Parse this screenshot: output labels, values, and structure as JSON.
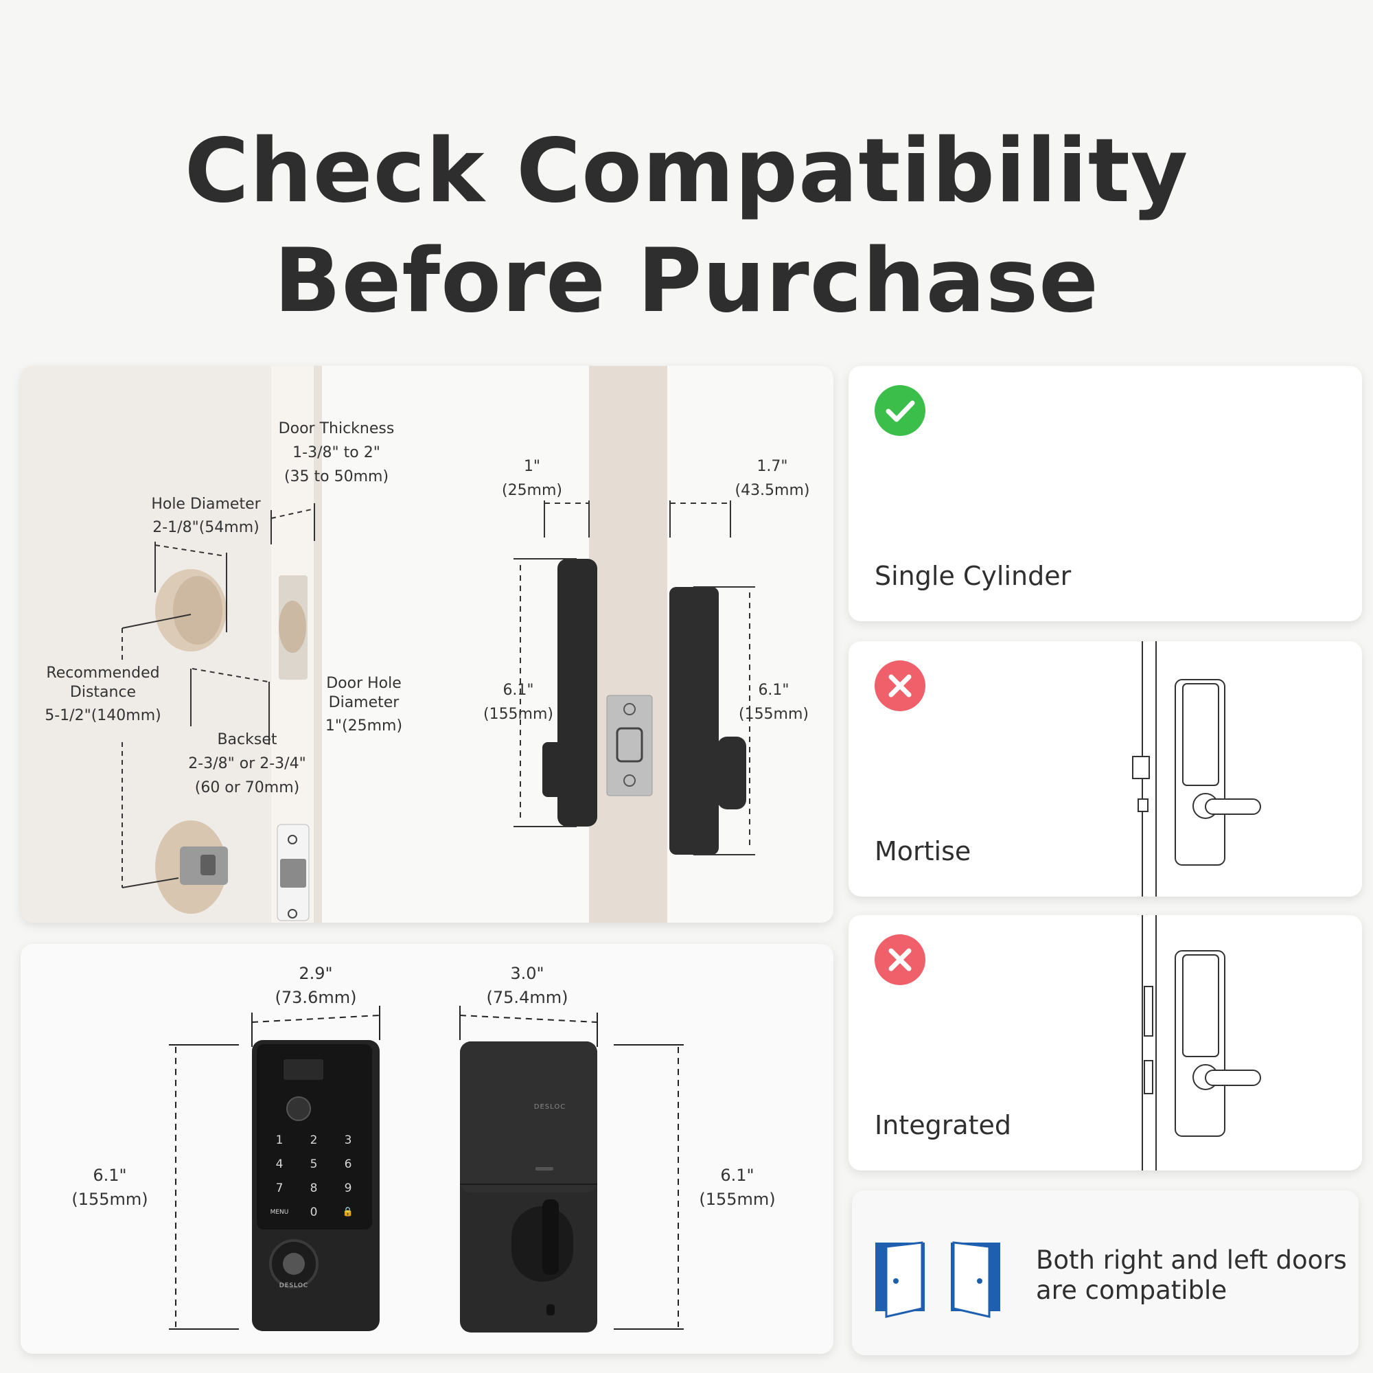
{
  "title": {
    "line1": "Check Compatibility",
    "line2": "Before Purchase"
  },
  "install_diagram": {
    "door_thickness": {
      "label": "Door Thickness",
      "value": "1-3/8\" to 2\"",
      "metric": "(35 to 50mm)"
    },
    "hole_diameter": {
      "label": "Hole Diameter",
      "value": "2-1/8\"(54mm)"
    },
    "recommended_distance": {
      "line1": "Recommended",
      "line2": "Distance",
      "value": "5-1/2\"(140mm)"
    },
    "door_hole_diameter": {
      "line1": "Door Hole",
      "line2": "Diameter",
      "value": "1\"(25mm)"
    },
    "backset": {
      "label": "Backset",
      "value": "2-3/8\" or 2-3/4\"",
      "metric": "(60 or 70mm)"
    },
    "side_left_depth": {
      "value": "1\"",
      "metric": "(25mm)"
    },
    "side_right_depth": {
      "value": "1.7\"",
      "metric": "(43.5mm)"
    },
    "side_left_height": {
      "value": "6.1\"",
      "metric": "(155mm)"
    },
    "side_right_height": {
      "value": "6.1\"",
      "metric": "(155mm)"
    }
  },
  "dimensions": {
    "front_width": {
      "value": "2.9\"",
      "metric": "(73.6mm)"
    },
    "back_width": {
      "value": "3.0\"",
      "metric": "(75.4mm)"
    },
    "front_height": {
      "value": "6.1\"",
      "metric": "(155mm)"
    },
    "back_height": {
      "value": "6.1\"",
      "metric": "(155mm)"
    },
    "brand": "DESLOC",
    "keypad": {
      "keys": [
        "1",
        "2",
        "3",
        "4",
        "5",
        "6",
        "7",
        "8",
        "9",
        "MENU",
        "0",
        "🔒"
      ]
    }
  },
  "compatibility": [
    {
      "label": "Single Cylinder",
      "status": "compatible",
      "color": "#3cbf4a",
      "icon": "check-icon"
    },
    {
      "label": "Mortise",
      "status": "incompatible",
      "color": "#f0606a",
      "icon": "close-icon"
    },
    {
      "label": "Integrated",
      "status": "incompatible",
      "color": "#f0606a",
      "icon": "close-icon"
    }
  ],
  "doors_note": {
    "line1": "Both right and left doors",
    "line2": "are compatible",
    "icon_color": "#1f5fb0"
  }
}
